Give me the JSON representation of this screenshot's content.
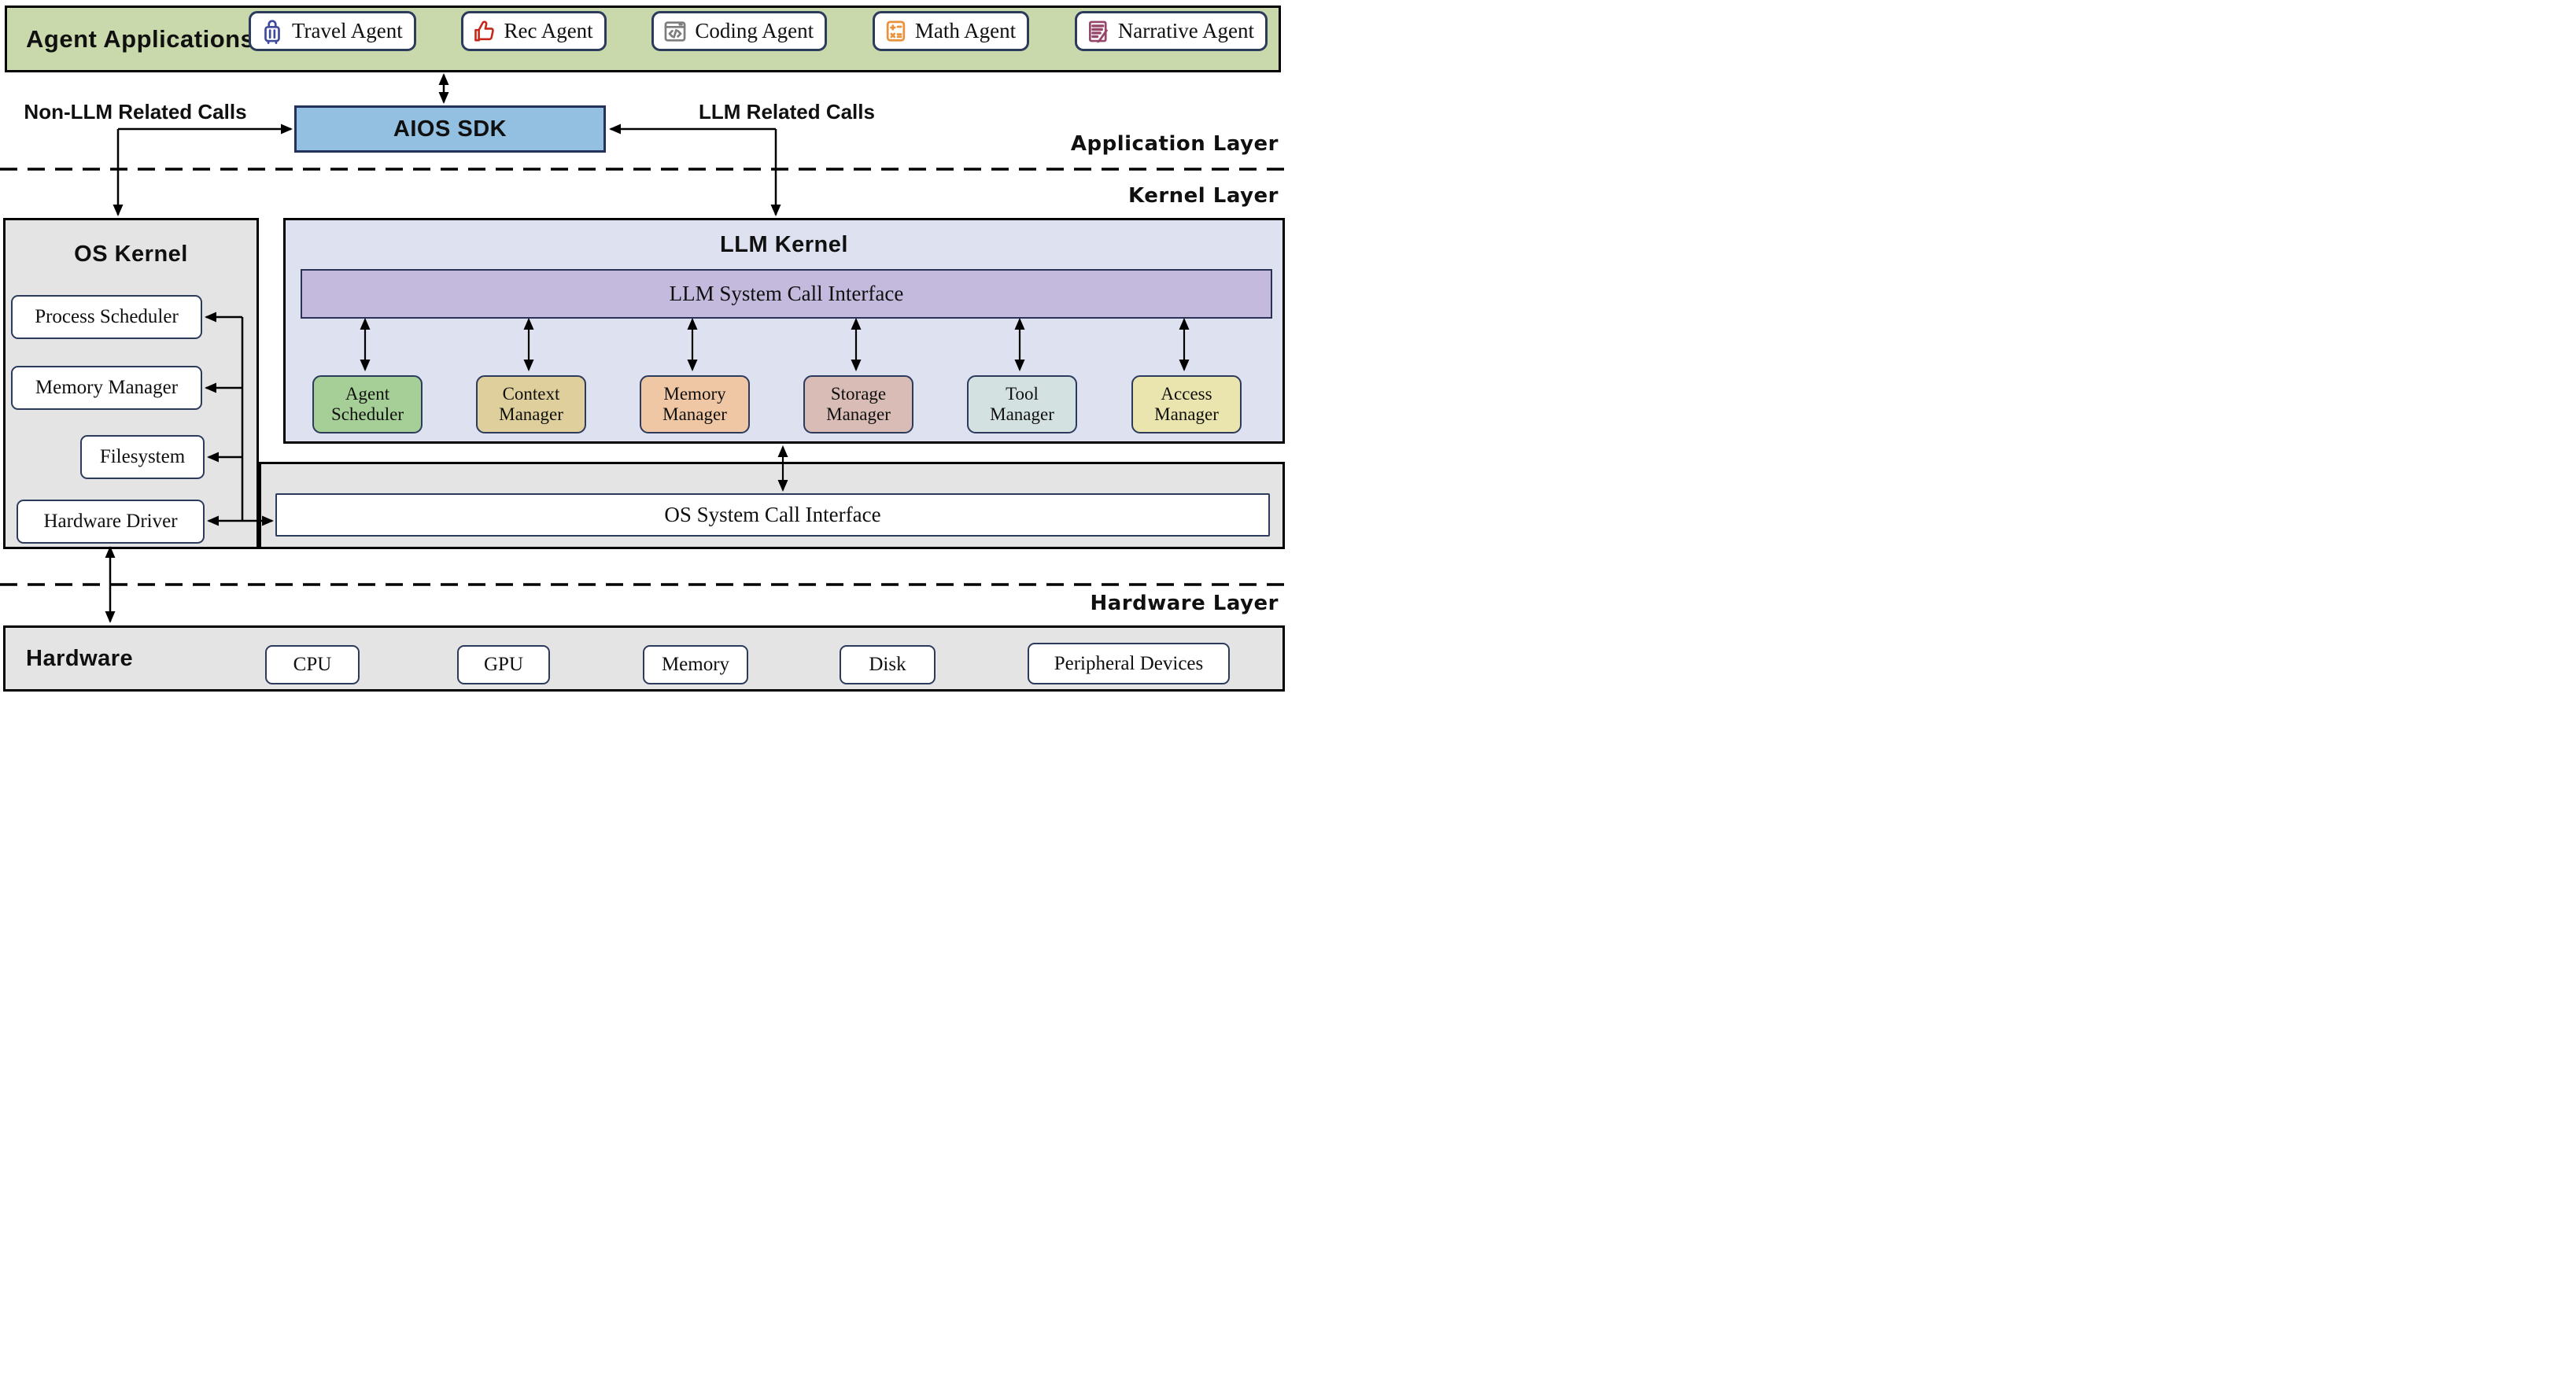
{
  "app_layer": {
    "bar_title": "Agent Applications",
    "agents": [
      {
        "label": "Travel Agent",
        "icon": "suitcase-icon",
        "icon_color": "#3f4a9b"
      },
      {
        "label": "Rec Agent",
        "icon": "thumbs-up-icon",
        "icon_color": "#c5291c"
      },
      {
        "label": "Coding Agent",
        "icon": "code-window-icon",
        "icon_color": "#7d7d7d"
      },
      {
        "label": "Math Agent",
        "icon": "calculator-icon",
        "icon_color": "#e8923c"
      },
      {
        "label": "Narrative Agent",
        "icon": "document-pen-icon",
        "icon_color": "#96466a"
      }
    ],
    "sdk_label": "AIOS SDK",
    "non_llm_calls_label": "Non-LLM Related Calls",
    "llm_calls_label": "LLM Related Calls",
    "layer_label": "Application Layer"
  },
  "kernel_layer": {
    "layer_label": "Kernel Layer",
    "os_kernel": {
      "title": "OS Kernel",
      "components": [
        "Process Scheduler",
        "Memory Manager",
        "Filesystem",
        "Hardware Driver"
      ]
    },
    "llm_kernel": {
      "title": "LLM Kernel",
      "syscall_bar": "LLM System Call Interface",
      "managers": [
        {
          "line1": "Agent",
          "line2": "Scheduler",
          "color": "#a6cf97"
        },
        {
          "line1": "Context",
          "line2": "Manager",
          "color": "#decf9c"
        },
        {
          "line1": "Memory",
          "line2": "Manager",
          "color": "#f0c7a4"
        },
        {
          "line1": "Storage",
          "line2": "Manager",
          "color": "#d8bcb5"
        },
        {
          "line1": "Tool",
          "line2": "Manager",
          "color": "#d4e1e1"
        },
        {
          "line1": "Access",
          "line2": "Manager",
          "color": "#eae4ae"
        }
      ]
    },
    "os_syscall_bar": "OS System Call Interface"
  },
  "hardware_layer": {
    "layer_label": "Hardware Layer",
    "title": "Hardware",
    "devices": [
      "CPU",
      "GPU",
      "Memory",
      "Disk",
      "Peripheral Devices"
    ]
  },
  "colors": {
    "app_bar_bg": "#c9d9ac",
    "sdk_bg": "#93c0e0",
    "llm_kernel_bg": "#dde1f0",
    "llm_syscall_bg": "#c3bade",
    "panel_gray": "#e4e4e4",
    "box_border_navy": "#2c3a5c"
  }
}
